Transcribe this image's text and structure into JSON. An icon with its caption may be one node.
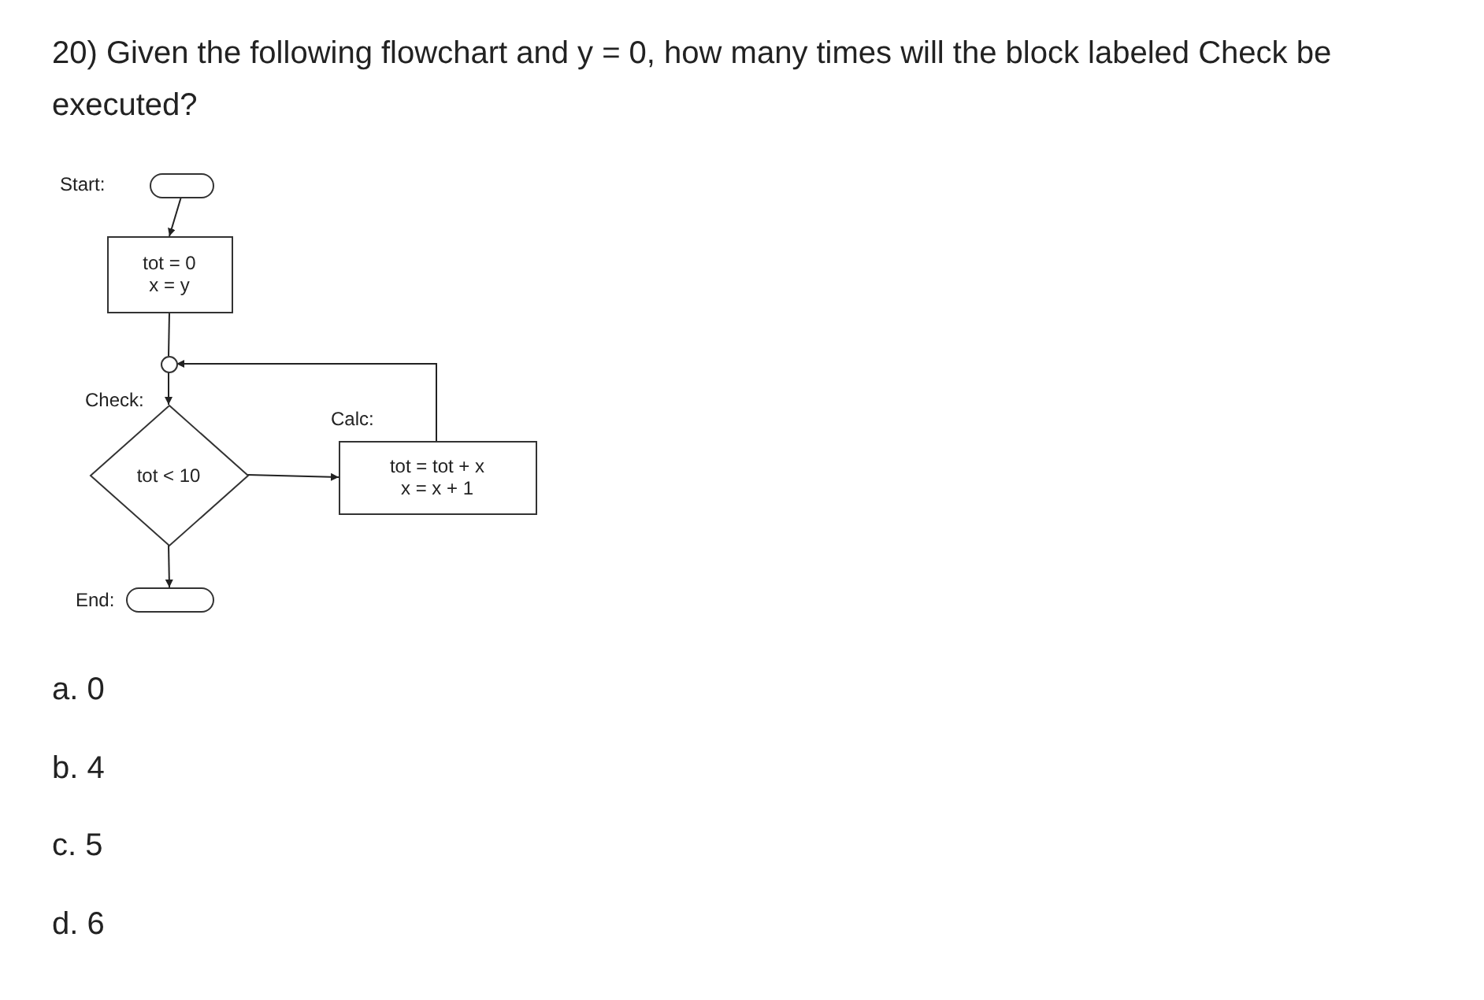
{
  "diagram": {
    "title": "20) Given the following flowchart and y = 0, how many times will the block labeled Check be executed?",
    "nodes": [
      {
        "text": [
          "Start:"
        ]
      },
      {
        "text": [
          "tot = 0",
          "x = y"
        ]
      },
      {
        "text": [],
        "shape": "circle"
      },
      {
        "text": [
          "Check:",
          "tot < 10"
        ]
      },
      {
        "text": [
          "Calc:",
          "tot = tot + x",
          "x = x + 1"
        ]
      },
      {
        "text": [
          "End:"
        ]
      }
    ],
    "edges": [
      {
        "from": 0,
        "to": 1,
        "arrow": "to"
      },
      {
        "from": 1,
        "to": 2,
        "arrow": "none"
      },
      {
        "from": 2,
        "to": 3,
        "arrow": "to"
      },
      {
        "from": 3,
        "to": 4,
        "arrow": "to"
      },
      {
        "from": 4,
        "to": 2,
        "arrow": "to"
      },
      {
        "from": 3,
        "to": 5,
        "arrow": "to"
      }
    ],
    "labels": [
      "a. 0",
      "b. 4",
      "c. 5",
      "d. 6"
    ]
  }
}
